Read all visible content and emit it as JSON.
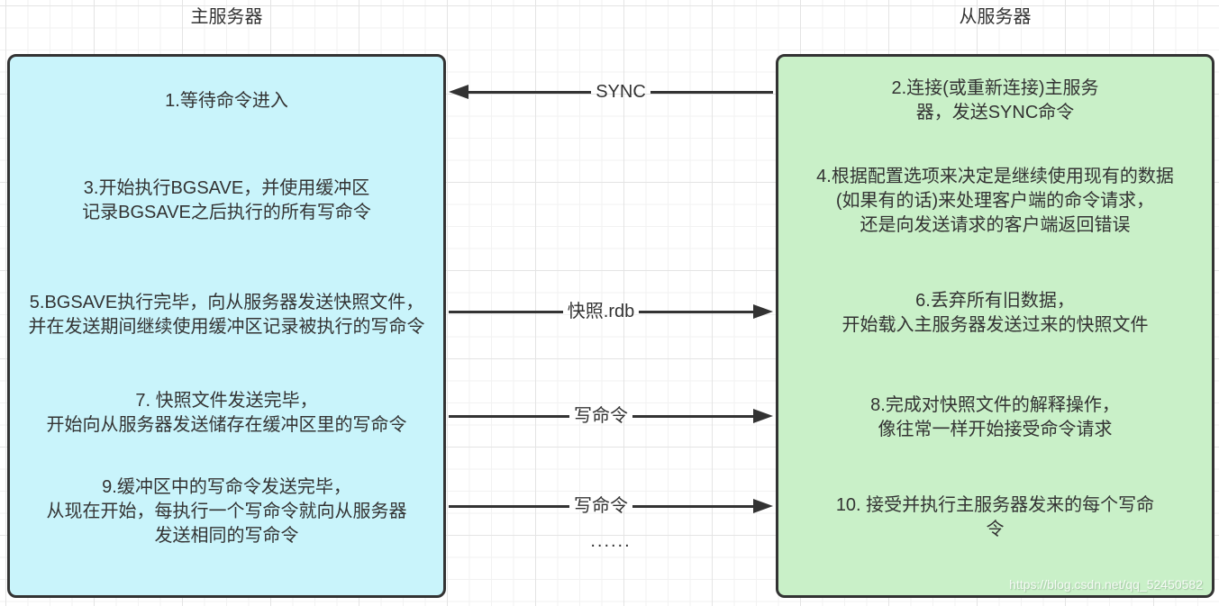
{
  "titles": {
    "master": "主服务器",
    "slave": "从服务器"
  },
  "master": {
    "steps": [
      {
        "text": "1.等待命令进入"
      },
      {
        "text": "3.开始执行BGSAVE，并使用缓冲区\n记录BGSAVE之后执行的所有写命令"
      },
      {
        "text": "5.BGSAVE执行完毕，向从服务器发送快照文件，\n并在发送期间继续使用缓冲区记录被执行的写命令"
      },
      {
        "text": "7. 快照文件发送完毕，\n开始向从服务器发送储存在缓冲区里的写命令"
      },
      {
        "text": "9.缓冲区中的写命令发送完毕，\n从现在开始，每执行一个写命令就向从服务器\n发送相同的写命令"
      }
    ]
  },
  "slave": {
    "steps": [
      {
        "text": "2.连接(或重新连接)主服务\n器，发送SYNC命令"
      },
      {
        "text": "4.根据配置选项来决定是继续使用现有的数据\n(如果有的话)来处理客户端的命令请求，\n还是向发送请求的客户端返回错误"
      },
      {
        "text": "6.丢弃所有旧数据，\n开始载入主服务器发送过来的快照文件"
      },
      {
        "text": "8.完成对快照文件的解释操作，\n像往常一样开始接受命令请求"
      },
      {
        "text": "10. 接受并执行主服务器发来的每个写命\n令"
      }
    ]
  },
  "arrows": [
    {
      "label": "SYNC",
      "direction": "left"
    },
    {
      "label": "快照.rdb",
      "direction": "right"
    },
    {
      "label": "写命令",
      "direction": "right"
    },
    {
      "label": "写命令",
      "direction": "right"
    }
  ],
  "ellipsis": "......",
  "watermark": "https://blog.csdn.net/qq_52450582",
  "colors": {
    "master_fill": "#c9f4fb",
    "slave_fill": "#c9f0c8",
    "border": "#333333",
    "text": "#333333"
  }
}
